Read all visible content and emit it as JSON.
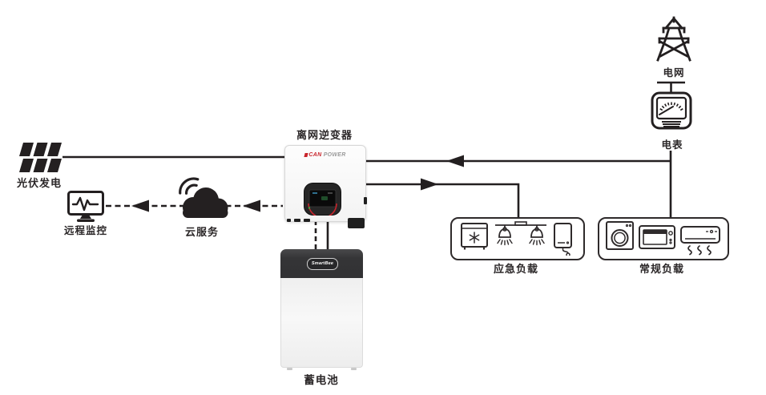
{
  "diagram": {
    "colors": {
      "line": "#231f20",
      "accent_red": "#c8242b",
      "battery_dark": "#39393b"
    },
    "nodes": {
      "pv": {
        "label": "光伏发电",
        "icon": "solar-panel-icon"
      },
      "remote_monitor": {
        "label": "远程监控",
        "icon": "monitor-pulse-icon"
      },
      "cloud": {
        "label": "云服务",
        "icon": "cloud-wifi-icon"
      },
      "inverter": {
        "label": "离网逆变器",
        "brand_primary": "CAN",
        "brand_secondary": "POWER"
      },
      "battery": {
        "label": "蓄电池",
        "badge": "SmartBee"
      },
      "grid": {
        "label": "电网",
        "icon": "transmission-tower-icon"
      },
      "meter": {
        "label": "电表",
        "icon": "electric-meter-icon"
      },
      "emergency_load": {
        "label": "应急负载",
        "icons": [
          "fridge-icon",
          "pendant-lamps-icon",
          "phone-charging-icon"
        ]
      },
      "regular_load": {
        "label": "常规负载",
        "icons": [
          "washing-machine-icon",
          "microwave-icon",
          "air-conditioner-icon"
        ]
      }
    },
    "connections": [
      {
        "from": "pv",
        "to": "inverter",
        "style": "solid",
        "arrow": "none"
      },
      {
        "from": "meter",
        "to": "inverter",
        "style": "solid",
        "arrow": "to-inverter"
      },
      {
        "from": "inverter",
        "to": "emergency_load",
        "style": "solid",
        "arrow": "to-load"
      },
      {
        "from": "meter",
        "to": "regular_load",
        "style": "solid",
        "arrow": "none"
      },
      {
        "from": "grid",
        "to": "meter",
        "style": "solid",
        "arrow": "none"
      },
      {
        "from": "inverter",
        "to": "cloud",
        "style": "dashed",
        "arrow": "to-cloud"
      },
      {
        "from": "cloud",
        "to": "remote_monitor",
        "style": "dashed",
        "arrow": "to-monitor"
      },
      {
        "from": "inverter",
        "to": "battery",
        "style": "dashed+solid",
        "arrow": "none"
      }
    ]
  }
}
